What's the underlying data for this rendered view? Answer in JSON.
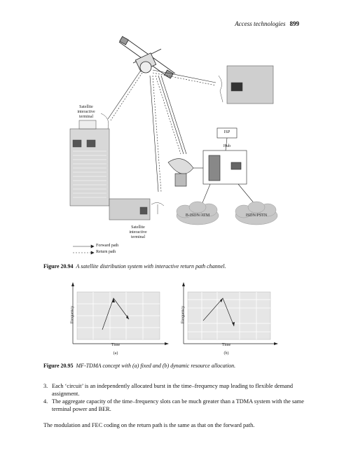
{
  "header": {
    "running_title": "Access technologies",
    "page_number": "899"
  },
  "fig94": {
    "labels": {
      "satellite_terminal_top": "Satellite interactive terminal",
      "isp": "ISP",
      "hub": "Hub",
      "bisdn": "B-ISDN/ATM",
      "isdn": "ISDN/PSTN",
      "satellite_terminal_bottom": "Satellite interactive terminal"
    },
    "legend": {
      "forward": "Forward path",
      "return": "Return path"
    },
    "caption_num": "Figure 20.94",
    "caption_text": "A satellite distribution system with interactive return path channel."
  },
  "fig95": {
    "panel_a": {
      "ylabel": "Frequency",
      "xlabel": "Time",
      "sub": "(a)"
    },
    "panel_b": {
      "ylabel": "Frequency",
      "xlabel": "Time",
      "sub": "(b)"
    },
    "caption_num": "Figure 20.95",
    "caption_text": "MF-TDMA concept with (a) fixed and (b) dynamic resource allocation."
  },
  "list": [
    {
      "num": "3.",
      "text": "Each ‘circuit’ is an independently allocated burst in the time–frequency map leading to flexible demand assignment."
    },
    {
      "num": "4.",
      "text": "The aggregate capacity of the time–frequency slots can be much greater than a TDMA system with the same terminal power and BER."
    }
  ],
  "closing": "The modulation and FEC coding on the return path is the same as that on the forward path.",
  "colors": {
    "grid_fill": "#e6e6e6",
    "line": "#222222"
  }
}
